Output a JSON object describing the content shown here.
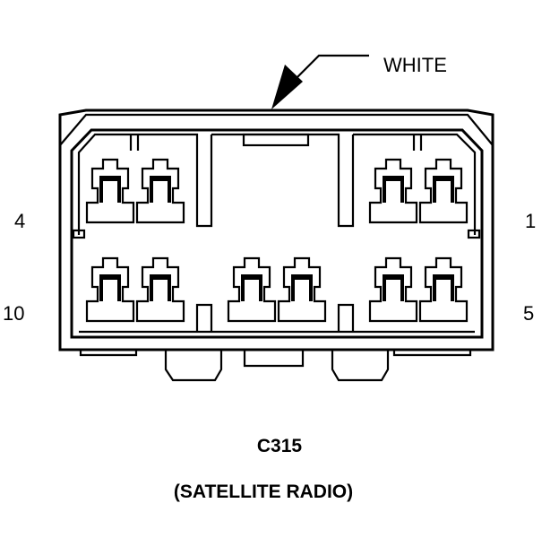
{
  "connector": {
    "id": "C315",
    "description": "(SATELLITE RADIO)",
    "color_label": "WHITE",
    "pin_labels": {
      "top_left": "4",
      "top_right": "1",
      "bottom_left": "10",
      "bottom_right": "5"
    }
  }
}
